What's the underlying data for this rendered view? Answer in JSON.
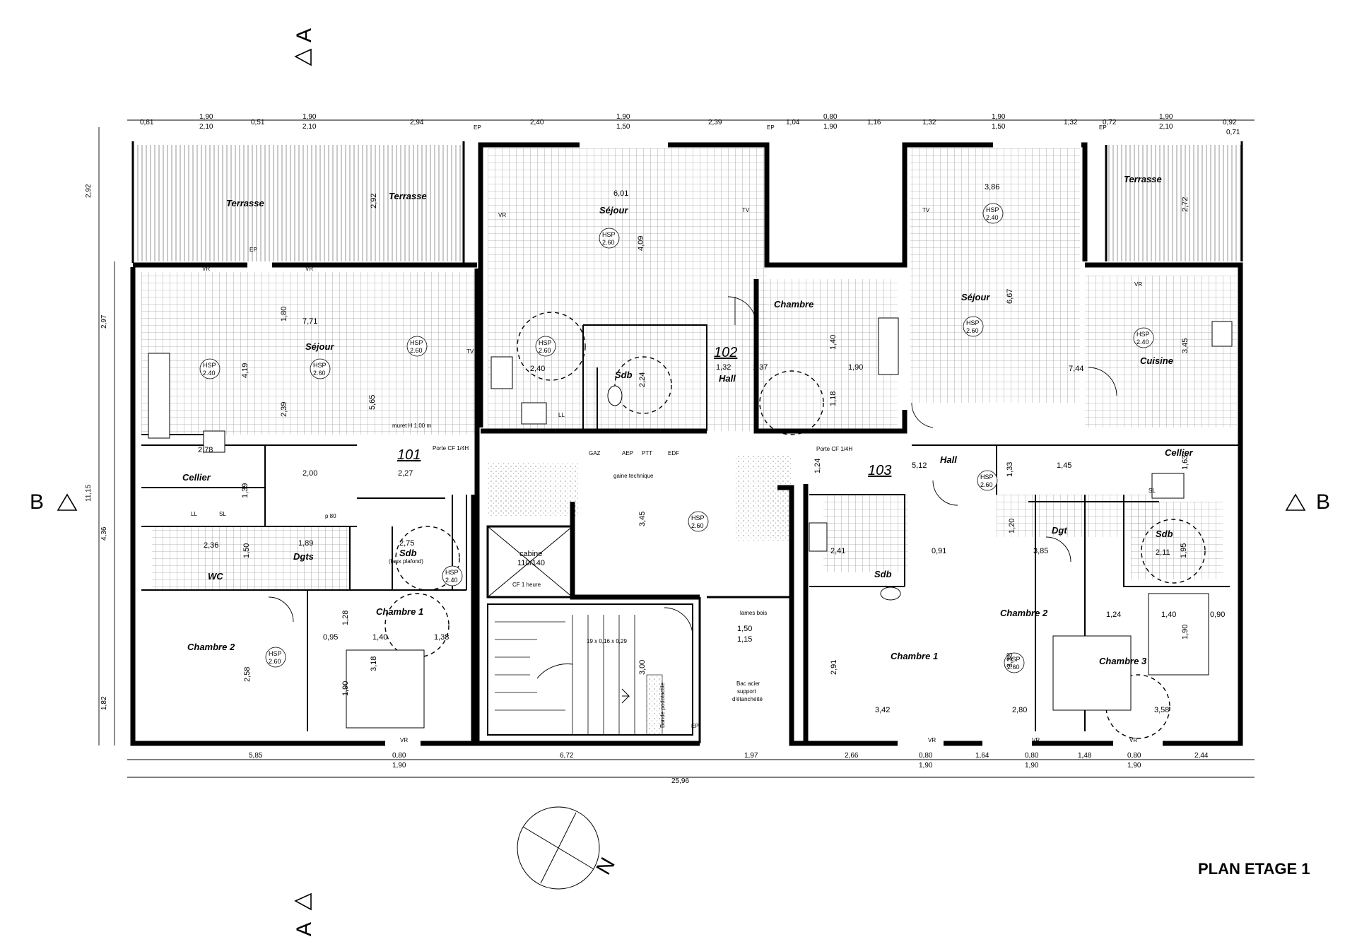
{
  "title": "PLAN ETAGE 1",
  "north_label": "N",
  "section_marks": {
    "a_top": "A",
    "a_bottom": "A",
    "b_left": "B",
    "b_right": "B"
  },
  "units": [
    {
      "id": "101",
      "label": "101"
    },
    {
      "id": "102",
      "label": "102"
    },
    {
      "id": "103",
      "label": "103"
    }
  ],
  "rooms": [
    {
      "key": "terrasse-1",
      "name": "Terrasse"
    },
    {
      "key": "terrasse-2",
      "name": "Terrasse"
    },
    {
      "key": "terrasse-3",
      "name": "Terrasse"
    },
    {
      "key": "sejour-101",
      "name": "Séjour"
    },
    {
      "key": "cellier-101",
      "name": "Cellier"
    },
    {
      "key": "wc-101",
      "name": "WC"
    },
    {
      "key": "dgts-101",
      "name": "Dgts"
    },
    {
      "key": "sdb-101",
      "name": "Sdb"
    },
    {
      "key": "sdb-101-note",
      "name": "(faux plafond)"
    },
    {
      "key": "chambre1-101",
      "name": "Chambre 1"
    },
    {
      "key": "chambre2-101",
      "name": "Chambre 2"
    },
    {
      "key": "sejour-102",
      "name": "Séjour"
    },
    {
      "key": "sdb-102",
      "name": "Sdb"
    },
    {
      "key": "hall-102",
      "name": "Hall"
    },
    {
      "key": "chambre-102",
      "name": "Chambre"
    },
    {
      "key": "sejour-103",
      "name": "Séjour"
    },
    {
      "key": "cuisine-103",
      "name": "Cuisine"
    },
    {
      "key": "cellier-103",
      "name": "Cellier"
    },
    {
      "key": "hall-103",
      "name": "Hall"
    },
    {
      "key": "dgt-103",
      "name": "Dgt"
    },
    {
      "key": "sdb-103a",
      "name": "Sdb"
    },
    {
      "key": "sdb-103b",
      "name": "Sdb"
    },
    {
      "key": "chambre1-103",
      "name": "Chambre 1"
    },
    {
      "key": "chambre2-103",
      "name": "Chambre 2"
    },
    {
      "key": "chambre3-103",
      "name": "Chambre 3"
    }
  ],
  "hsp": [
    {
      "key": "h1",
      "label": "HSP",
      "value": "2.40"
    },
    {
      "key": "h2",
      "label": "HSP",
      "value": "2.60"
    },
    {
      "key": "h3",
      "label": "HSP",
      "value": "2.60"
    },
    {
      "key": "h4",
      "label": "HSP",
      "value": "2.60"
    },
    {
      "key": "h5",
      "label": "HSP",
      "value": "2.40"
    },
    {
      "key": "h6",
      "label": "HSP",
      "value": "2.60"
    },
    {
      "key": "h7",
      "label": "HSP",
      "value": "2.60"
    },
    {
      "key": "h8",
      "label": "HSP",
      "value": "2.40"
    },
    {
      "key": "h9",
      "label": "HSP",
      "value": "2.60"
    },
    {
      "key": "h10",
      "label": "HSP",
      "value": "2.40"
    },
    {
      "key": "h11",
      "label": "HSP",
      "value": "2.60"
    },
    {
      "key": "h12",
      "label": "HSP",
      "value": "2.60"
    },
    {
      "key": "h13",
      "label": "HSP",
      "value": "2.60"
    }
  ],
  "top_dims_row1": [
    "0,81",
    "1,90",
    "0,51",
    "1,90",
    "2,94",
    "1,90",
    "2,39",
    "1,04",
    "0,80",
    "1,16",
    "1,32",
    "1,90",
    "1,32",
    "0,72",
    "1,90",
    "0,92"
  ],
  "top_dims_row2": [
    "2,10",
    "2,10",
    "2,40",
    "1,50",
    "1,90",
    "1,50",
    "2,10",
    "0,71"
  ],
  "bottom_dims_row1": [
    "5,85",
    "0,80",
    "6,72",
    "1,97",
    "2,66",
    "0,80",
    "1,64",
    "0,80",
    "1,48",
    "0,80",
    "2,44"
  ],
  "bottom_dims_row2": [
    "1,90",
    "1,90",
    "1,90",
    "1,90"
  ],
  "bottom_total": "25,96",
  "left_dims": [
    "2,92",
    "2,97",
    "11,15",
    "4,36",
    "1,82"
  ],
  "room_dims": [
    {
      "key": "d1",
      "text": "7,71"
    },
    {
      "key": "d2",
      "text": "1,80"
    },
    {
      "key": "d3",
      "text": "4,19"
    },
    {
      "key": "d4",
      "text": "5,65"
    },
    {
      "key": "d5",
      "text": "2,39"
    },
    {
      "key": "d6",
      "text": "2,00"
    },
    {
      "key": "d7",
      "text": "2,78"
    },
    {
      "key": "d8",
      "text": "1,39"
    },
    {
      "key": "d9",
      "text": "2,27"
    },
    {
      "key": "d10",
      "text": "2,36"
    },
    {
      "key": "d11",
      "text": "1,50"
    },
    {
      "key": "d12",
      "text": "1,89"
    },
    {
      "key": "d13",
      "text": "2,75"
    },
    {
      "key": "d14",
      "text": "0,95"
    },
    {
      "key": "d15",
      "text": "1,40"
    },
    {
      "key": "d16",
      "text": "1,38"
    },
    {
      "key": "d17",
      "text": "1,28"
    },
    {
      "key": "d18",
      "text": "3,18"
    },
    {
      "key": "d19",
      "text": "1,90"
    },
    {
      "key": "d20",
      "text": "2,58"
    },
    {
      "key": "d21",
      "text": "6,01"
    },
    {
      "key": "d22",
      "text": "4,09"
    },
    {
      "key": "d23",
      "text": "2,40"
    },
    {
      "key": "d24",
      "text": "2,24"
    },
    {
      "key": "d25",
      "text": "1,32"
    },
    {
      "key": "d26",
      "text": "1,37"
    },
    {
      "key": "d27",
      "text": "1,40"
    },
    {
      "key": "d28",
      "text": "1,90"
    },
    {
      "key": "d29",
      "text": "1,18"
    },
    {
      "key": "d30",
      "text": "3,45"
    },
    {
      "key": "d31",
      "text": "3,86"
    },
    {
      "key": "d32",
      "text": "6,67"
    },
    {
      "key": "d33",
      "text": "7,44"
    },
    {
      "key": "d34",
      "text": "3,45"
    },
    {
      "key": "d35",
      "text": "5,12"
    },
    {
      "key": "d36",
      "text": "1,33"
    },
    {
      "key": "d37",
      "text": "1,45"
    },
    {
      "key": "d38",
      "text": "1,63"
    },
    {
      "key": "d39",
      "text": "2,41"
    },
    {
      "key": "d40",
      "text": "0,91"
    },
    {
      "key": "d41",
      "text": "3,85"
    },
    {
      "key": "d42",
      "text": "1,95"
    },
    {
      "key": "d43",
      "text": "1,24"
    },
    {
      "key": "d44",
      "text": "1,40"
    },
    {
      "key": "d45",
      "text": "0,90"
    },
    {
      "key": "d46",
      "text": "1,90"
    },
    {
      "key": "d47",
      "text": "2,91"
    },
    {
      "key": "d48",
      "text": "3,42"
    },
    {
      "key": "d49",
      "text": "3,38"
    },
    {
      "key": "d50",
      "text": "2,80"
    },
    {
      "key": "d51",
      "text": "3,58"
    },
    {
      "key": "d52",
      "text": "1,50"
    },
    {
      "key": "d53",
      "text": "1,15"
    },
    {
      "key": "d54",
      "text": "3,00"
    },
    {
      "key": "d55",
      "text": "2,72"
    },
    {
      "key": "d56",
      "text": "2,92"
    },
    {
      "key": "d57",
      "text": "1,24"
    },
    {
      "key": "d58",
      "text": "1,20"
    },
    {
      "key": "d59",
      "text": "2,11"
    }
  ],
  "labels": [
    {
      "key": "muret",
      "text": "muret H 1.00 m"
    },
    {
      "key": "cabine",
      "text": "cabine"
    },
    {
      "key": "cabine-size",
      "text": "110/140"
    },
    {
      "key": "gaine",
      "text": "gaine technique"
    },
    {
      "key": "gaz",
      "text": "GAZ"
    },
    {
      "key": "aep",
      "text": "AEP"
    },
    {
      "key": "ptt",
      "text": "PTT"
    },
    {
      "key": "edf",
      "text": "EDF"
    },
    {
      "key": "bande",
      "text": "Bande podotactile"
    },
    {
      "key": "bac1",
      "text": "Bac acier"
    },
    {
      "key": "bac2",
      "text": "support"
    },
    {
      "key": "bac3",
      "text": "d'étanchéité"
    },
    {
      "key": "lames",
      "text": "lames bois"
    },
    {
      "key": "ep",
      "text": "EP"
    },
    {
      "key": "vr",
      "text": "VR"
    },
    {
      "key": "tv",
      "text": "TV"
    },
    {
      "key": "ll",
      "text": "LL"
    },
    {
      "key": "sl",
      "text": "SL"
    },
    {
      "key": "porte-cf",
      "text": "Porte CF 1/4H"
    },
    {
      "key": "cf-heure",
      "text": "CF 1 heure"
    },
    {
      "key": "marches",
      "text": "19 x 0,16 x 0,29"
    },
    {
      "key": "p80",
      "text": "p 80"
    }
  ]
}
